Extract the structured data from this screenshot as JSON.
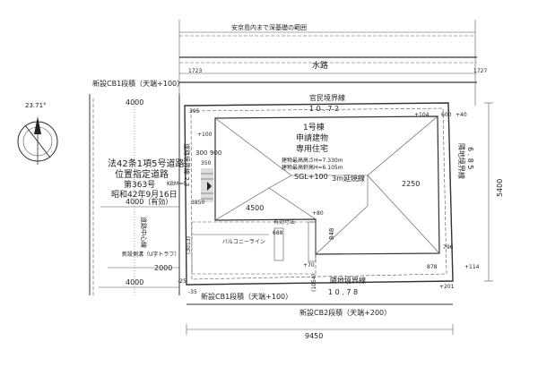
{
  "labels": {
    "top_note": "安京島内まで深基礎の範囲",
    "waterway": "水路",
    "cb1_top": "新設CB1段積（天端+100）",
    "official_boundary": "官民境界線",
    "official_boundary_len": "1 0 . 7 2",
    "dim_1723": "1723",
    "dim_1727": "1727",
    "dim_4000_top": "4000",
    "dim_4000_mid": "4000（有効）",
    "dim_4000_bot": "4000",
    "dim_2000": "2000",
    "dim_5400": "5400",
    "dim_9450": "9450",
    "dim_2250": "2250",
    "dim_4500": "4500",
    "dim_300": "300",
    "dim_900": "900",
    "dim_3850": "3850",
    "dim_848": "848",
    "dim_796": "796",
    "dim_878": "878",
    "dim_600": "600",
    "dim_3013": "(3013)",
    "dim_1054": "(1054)",
    "dim_395": "395",
    "dim_350": "350",
    "road_line1": "法42条1項5号道路",
    "road_line2": "位置指定道路",
    "road_line3": "第363号",
    "road_line4": "昭和42年9月16日",
    "bldg_title": "1号棟",
    "bldg_apply": "申請建物",
    "bldg_use": "専用住宅",
    "bldg_h1": "建物最高高さH=7.330m",
    "bldg_h2": "建物最高軒高H=6.105m",
    "sgl": "SGL+100",
    "nobe": "3m延焼線",
    "road_side_boundary": "道路境界線 2.3",
    "road_center": "道路中心線",
    "right_boundary": "隣地境界線",
    "right_boundary_len": "6 . 8 5",
    "bottom_boundary": "隣地境界線",
    "bottom_boundary_len": "1 0 . 7 8",
    "cb1_bottom": "新設CB1段積（天端+100）",
    "cb2_bottom": "新設CB2段積（天端+200）",
    "balcony": "バルコニーライン",
    "effective": "有効寸法",
    "dim_688": "688",
    "gutter": "新設側溝（U字トラフ）",
    "bm": "KBM=0",
    "angle": "23.71°",
    "elev_p40": "+40",
    "elev_p70": "+70",
    "elev_p114": "+114",
    "elev_p201": "+201",
    "elev_p80": "+80",
    "elev_m25": "-25",
    "elev_m35": "-35",
    "elev_p104": "+104",
    "elev_p100": "+100"
  }
}
